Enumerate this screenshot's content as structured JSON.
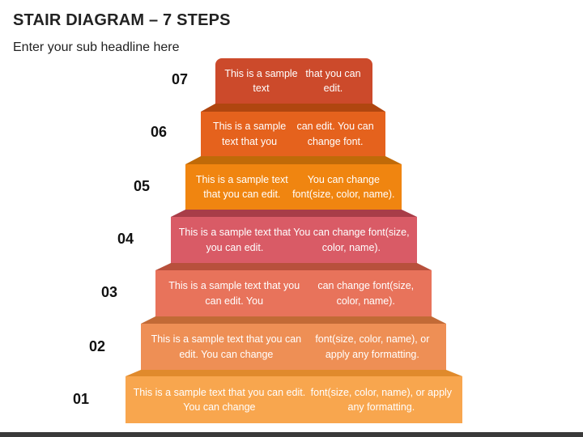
{
  "header": {
    "title": "STAIR DIAGRAM – 7 STEPS",
    "subtitle": "Enter your sub headline here"
  },
  "steps": [
    {
      "number": "07",
      "text": "This is a sample text\nthat you can edit.",
      "color": "#cc4a2b",
      "top_color": "#9a3219"
    },
    {
      "number": "06",
      "text": "This is a sample text that you\ncan edit. You can change font.",
      "color": "#e5621d",
      "top_color": "#b04610"
    },
    {
      "number": "05",
      "text": "This is a sample text that you can edit.\nYou can change font(size, color, name).",
      "color": "#f08510",
      "top_color": "#c06a08"
    },
    {
      "number": "04",
      "text": "This is a sample text that you can edit.\nYou can change font(size, color, name).",
      "color": "#d95b66",
      "top_color": "#a83d48"
    },
    {
      "number": "03",
      "text": "This is a sample text that you can edit. You\ncan change font(size, color, name).",
      "color": "#e8735b",
      "top_color": "#b8503c"
    },
    {
      "number": "02",
      "text": "This is a sample text that you can edit. You can change\nfont(size, color, name), or apply any formatting.",
      "color": "#ee8f55",
      "top_color": "#c26a36"
    },
    {
      "number": "01",
      "text": "This is a sample text that you can edit. You can change\nfont(size, color, name), or apply any formatting.",
      "color": "#f8a64e",
      "top_color": "#e08a2c"
    }
  ]
}
